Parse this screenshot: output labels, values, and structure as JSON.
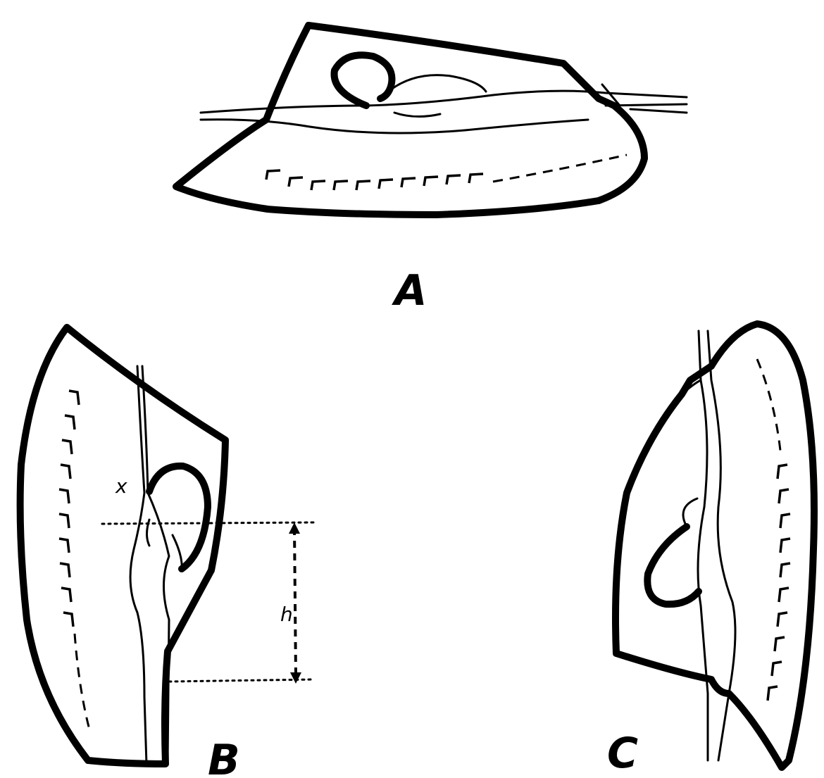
{
  "panels": {
    "a": {
      "label": "A"
    },
    "b": {
      "label": "B",
      "marks": {
        "x": "x",
        "h": "h"
      }
    },
    "c": {
      "label": "C"
    }
  }
}
